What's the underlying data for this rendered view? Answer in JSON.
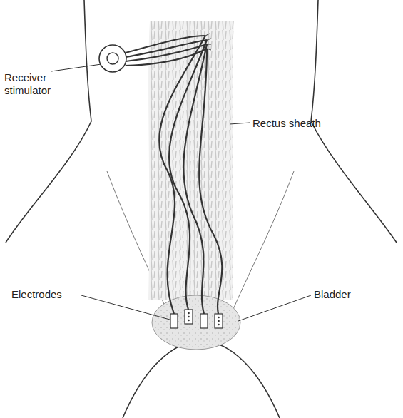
{
  "diagram": {
    "labels": [
      "Receiver stimulator",
      "Rectus sheath",
      "Electrodes",
      "Bladder"
    ]
  }
}
